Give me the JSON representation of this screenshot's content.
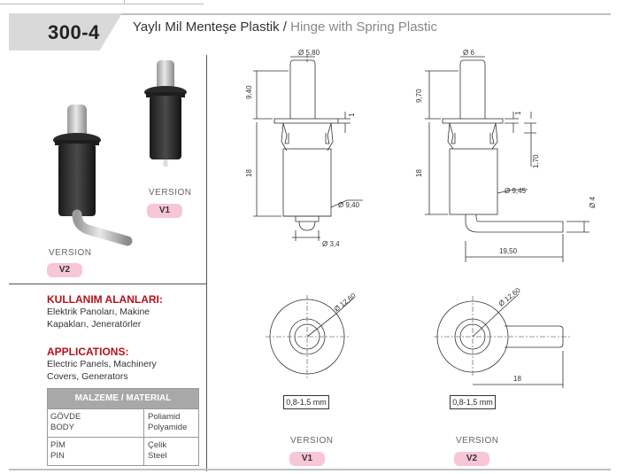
{
  "header": {
    "code": "300-4",
    "title_tr": "Yaylı Mil Menteşe Plastik",
    "separator": " / ",
    "title_en": "Hinge with Spring Plastic"
  },
  "photos": {
    "v1": {
      "version_label": "VERSION",
      "badge": "V1"
    },
    "v2": {
      "version_label": "VERSION",
      "badge": "V2"
    }
  },
  "usage": {
    "heading": "KULLANIM ALANLARI:",
    "text": "Elektrik Panoları, Makine Kapakları, Jeneratörler"
  },
  "applications": {
    "heading": "APPLICATIONS:",
    "text": "Electric Panels, Machinery Covers, Generators"
  },
  "material": {
    "header": "MALZEME / MATERIAL",
    "rows": [
      {
        "part_tr": "GÖVDE",
        "part_en": "BODY",
        "mat_tr": "Poliamid",
        "mat_en": "Polyamide"
      },
      {
        "part_tr": "PİM",
        "part_en": "PIN",
        "mat_tr": "Çelik",
        "mat_en": "Steel"
      }
    ]
  },
  "drawing_v1": {
    "dim_top_dia": "Ø 5,80",
    "dim_top_height": "9,40",
    "dim_flange": "1",
    "dim_body_height": "18",
    "dim_body_dia": "Ø 9,40",
    "dim_tip_dia": "Ø 3,4",
    "dim_flange_dia": "Ø 12,60",
    "panel_thickness": "0,8-1,5 mm",
    "version_label": "VERSION",
    "badge": "V1"
  },
  "drawing_v2": {
    "dim_top_dia": "Ø 6",
    "dim_top_height": "9,70",
    "dim_flange": "1",
    "dim_gap": "1,70",
    "dim_body_height": "18",
    "dim_body_dia": "Ø 9,45",
    "dim_pin_dia": "Ø 4",
    "dim_pin_length": "19,50",
    "dim_flange_dia": "Ø 12,60",
    "dim_arm_length": "18",
    "panel_thickness": "0,8-1,5 mm",
    "version_label": "VERSION",
    "badge": "V2"
  },
  "colors": {
    "accent": "#b3121b",
    "badge": "#f7c6d8",
    "tab": "#d9d9d9"
  }
}
